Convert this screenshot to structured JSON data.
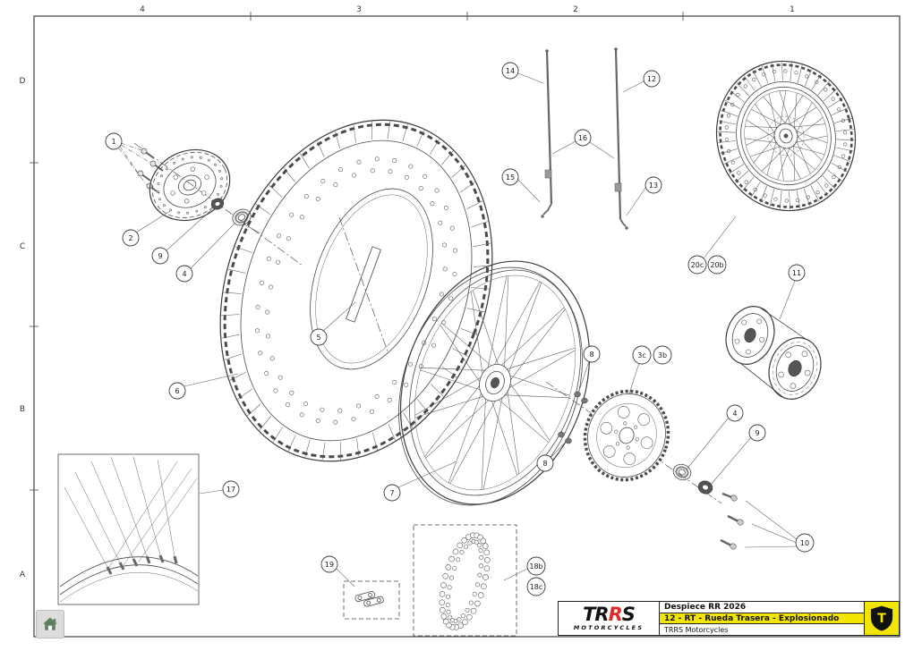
{
  "frame": {
    "zones_top": [
      "4",
      "3",
      "2",
      "1"
    ],
    "zones_left": [
      "D",
      "C",
      "B",
      "A"
    ]
  },
  "callouts": {
    "c1": "1",
    "c2": "2",
    "c9a": "9",
    "c4a": "4",
    "c5": "5",
    "c6": "6",
    "c7": "7",
    "c8a": "8",
    "c8b": "8",
    "c3c": "3c",
    "c3b": "3b",
    "c4b": "4",
    "c9b": "9",
    "c10": "10",
    "c11": "11",
    "c12": "12",
    "c13": "13",
    "c14": "14",
    "c15": "15",
    "c16": "16",
    "c17": "17",
    "c18b": "18b",
    "c18c": "18c",
    "c19": "19",
    "c20c": "20c",
    "c20b": "20b"
  },
  "title_block": {
    "doc_ref": "Despiece RR 2026",
    "sheet_title": "12 - RT - Rueda Trasera - Explosionado",
    "company": "TRRS Motorcycles",
    "logo": {
      "t": "T",
      "r1": "R",
      "r2": "R",
      "s": "S",
      "sub": "MOTORCYCLES"
    },
    "badge": {
      "letter": "T"
    }
  },
  "colors": {
    "highlight": "#f2e600",
    "logo_red": "#e02b2b",
    "line": "#444444",
    "home_green": "#5f7f5f",
    "badge_black": "#111111"
  }
}
